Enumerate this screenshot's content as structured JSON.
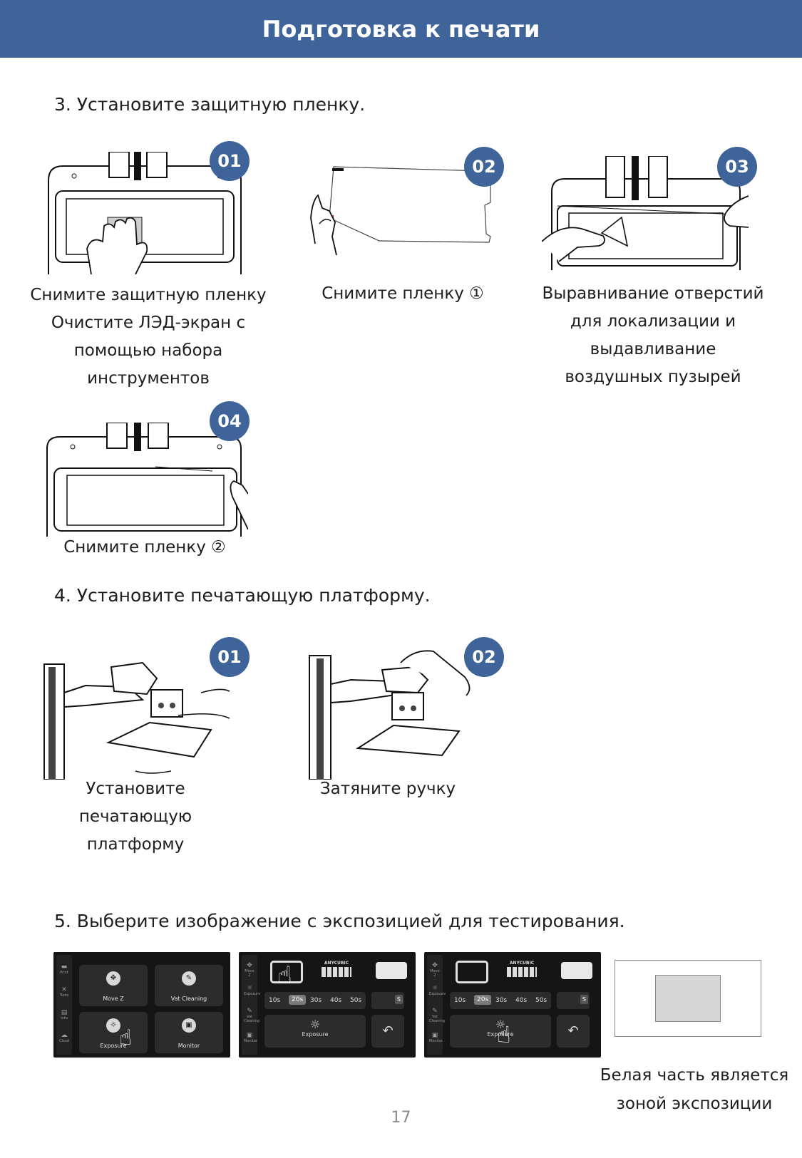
{
  "header": {
    "title": "Подготовка к печати"
  },
  "steps": {
    "s3": "3. Установите защитную пленку.",
    "s4": "4. Установите печатающую платформу.",
    "s5": "5. Выберите изображение с экспозицией для тестирования."
  },
  "film": {
    "badges": [
      "01",
      "02",
      "03",
      "04"
    ],
    "captions": {
      "c1": [
        "Снимите защитную пленку",
        "Очистите ЛЭД-экран с",
        "помощью набора",
        "инструментов"
      ],
      "c2": [
        "Снимите пленку ①"
      ],
      "c3": [
        "Выравнивание отверстий",
        "для локализации и",
        "выдавливание",
        "воздушных пузырей"
      ],
      "c4": [
        "Снимите пленку ②"
      ]
    }
  },
  "platform": {
    "badges": [
      "01",
      "02"
    ],
    "captions": {
      "c1": [
        "Установите",
        "печатающую",
        "платформу"
      ],
      "c2": [
        "Затяните ручку"
      ]
    }
  },
  "screens": {
    "sidebar1": [
      "Print",
      "Tools",
      "Info",
      "Cloud"
    ],
    "tiles": [
      "Move Z",
      "Vat Cleaning",
      "Exposure",
      "Monitor"
    ],
    "sidebar2": [
      "Move Z",
      "Exposure",
      "Vat Cleaning",
      "Monitor"
    ],
    "brand": "ANYCUBIC",
    "times": [
      "10s",
      "20s",
      "30s",
      "40s",
      "50s"
    ],
    "unit": "S",
    "exposure_label": "Exposure",
    "selected_time": "20s",
    "colors": {
      "bg": "#151515",
      "tile": "#2c2c2c",
      "selected": "#7a7a7a"
    }
  },
  "exposure_note": [
    "Белая часть является",
    "зоной экспозиции"
  ],
  "page_number": "17",
  "colors": {
    "accent": "#3f6499"
  }
}
